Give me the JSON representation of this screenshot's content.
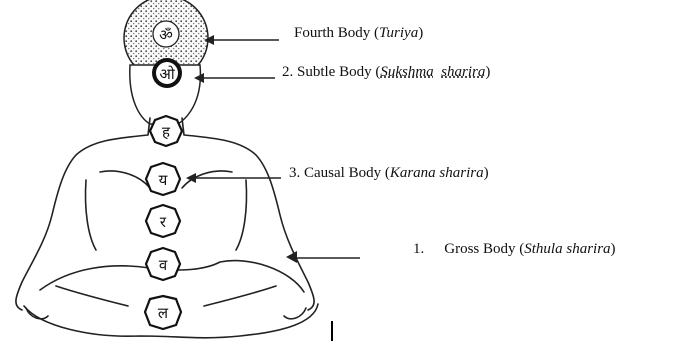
{
  "labels": {
    "fourth_body": {
      "name": "Fourth Body",
      "term": "Turiya"
    },
    "subtle_body": {
      "prefix": "2. Subtle Body",
      "term_part1": "Sukshma",
      "term_part2": "sharira"
    },
    "causal_body": {
      "prefix": "3. Causal Body",
      "term": "Karana sharira"
    },
    "gross_body": {
      "number": "1.",
      "name": "Gross Body",
      "term": "Sthula sharira"
    }
  },
  "chakra_glyphs": [
    "ॐ",
    "ओ",
    "ह",
    "य",
    "र",
    "व",
    "ल"
  ]
}
